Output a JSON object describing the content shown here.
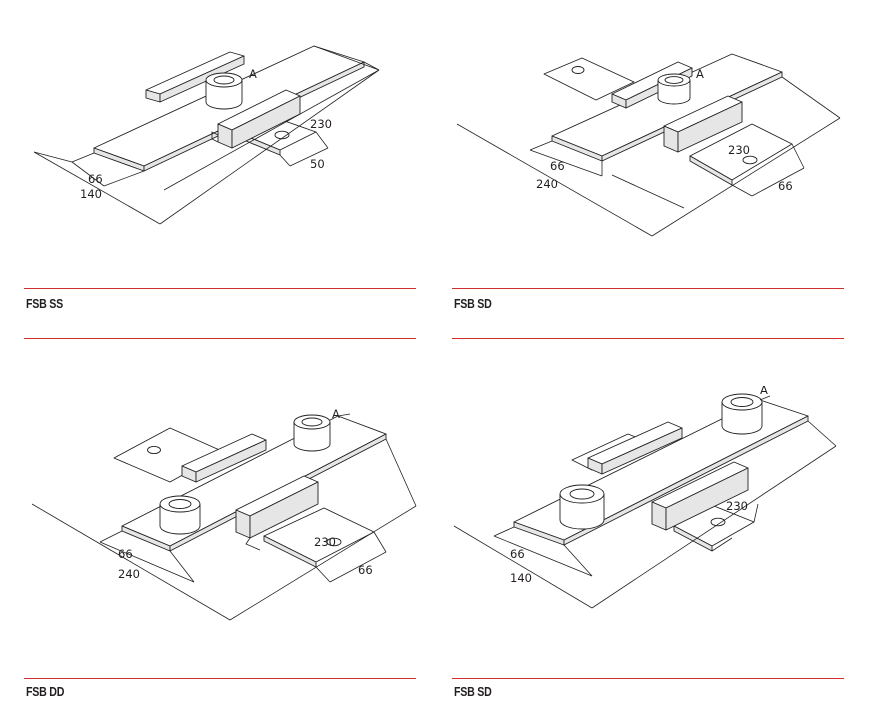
{
  "panels": [
    {
      "caption": "FSB SS",
      "dims": {
        "a": "A",
        "d1": "230",
        "d2": "50",
        "d3": "66",
        "d4": "140"
      }
    },
    {
      "caption": "FSB SD",
      "dims": {
        "a": "A",
        "d1": "230",
        "d2": "66",
        "d3": "66",
        "d4": "240"
      }
    },
    {
      "caption": "FSB DD",
      "dims": {
        "a": "A",
        "d1": "230",
        "d2": "66",
        "d3": "66",
        "d4": "240"
      }
    },
    {
      "caption": "FSB SD",
      "dims": {
        "a": "A",
        "d1": "230",
        "d3": "66",
        "d4": "140"
      }
    }
  ],
  "colors": {
    "rule": "#d22e2e",
    "line": "#231f20"
  }
}
